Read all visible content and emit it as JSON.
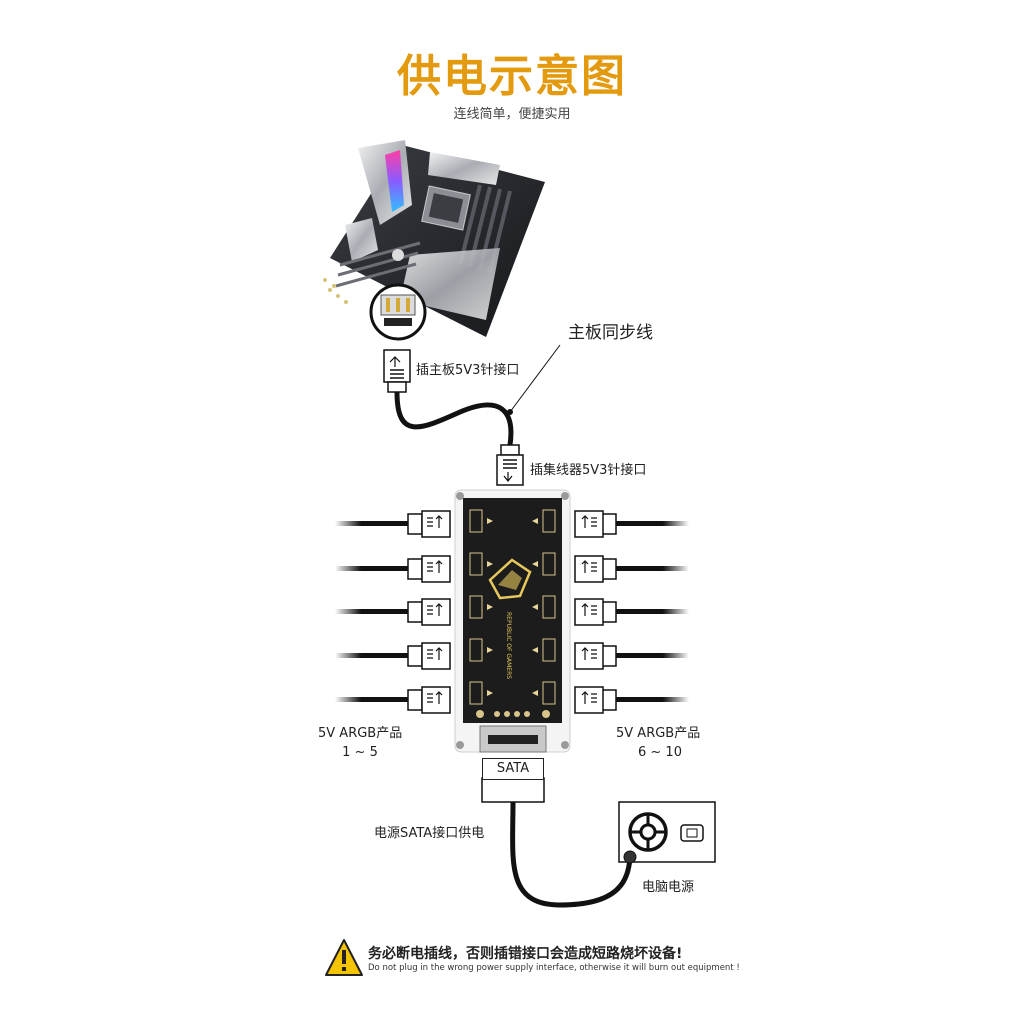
{
  "header": {
    "title": "供电示意图",
    "subtitle": "连线简单，便捷实用"
  },
  "labels": {
    "sync_cable": "主板同步线",
    "mb_port": "插主板5V3针接口",
    "hub_port": "插集线器5V3针接口",
    "left_products": "5V ARGB产品",
    "left_range": "1 ~ 5",
    "right_products": "5V ARGB产品",
    "right_range": "6 ~ 10",
    "sata": "SATA",
    "psu_sata": "电源SATA接口供电",
    "psu": "电脑电源"
  },
  "warning": {
    "cn": "务必断电插线，否则插错接口会造成短路烧坏设备!",
    "en": "Do not plug in the wrong power supply interface, otherwise it will burn out equipment !"
  },
  "colors": {
    "title": "#e39a0e",
    "warning_icon": "#f5c400",
    "cable": "#111111"
  },
  "icons": [
    "motherboard-icon",
    "connector-icon",
    "hub-board-icon",
    "power-supply-icon",
    "warning-icon"
  ]
}
